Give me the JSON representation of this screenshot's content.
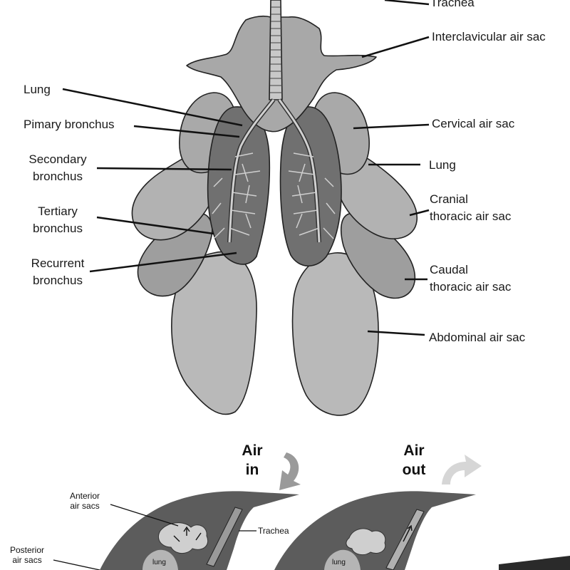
{
  "labels": {
    "trachea": "Trachea",
    "interclavicular": "Interclavicular air sac",
    "lung_left": "Lung",
    "primary_bronchus": "Pimary bronchus",
    "secondary_1": "Secondary",
    "secondary_2": "bronchus",
    "tertiary_1": "Tertiary",
    "tertiary_2": "bronchus",
    "recurrent_1": "Recurrent",
    "recurrent_2": "bronchus",
    "cervical": "Cervical air sac",
    "lung_right": "Lung",
    "cranial_1": "Cranial",
    "cranial_2": "thoracic air sac",
    "caudal_1": "Caudal",
    "caudal_2": "thoracic air sac",
    "abdominal": "Abdominal air sac"
  },
  "bottom": {
    "air_in_1": "Air",
    "air_in_2": "in",
    "air_out_1": "Air",
    "air_out_2": "out",
    "anterior_1": "Anterior",
    "anterior_2": "air sacs",
    "trachea": "Trachea",
    "posterior_1": "Posterior",
    "posterior_2": "air sacs",
    "lung_1": "lung",
    "lung_2": "lung"
  },
  "colors": {
    "sac_light": "#b7b7b7",
    "sac_mid": "#9e9e9e",
    "lung_dark": "#6f6f6f",
    "bird_dark": "#5a5a5a",
    "arrow_in": "#9a9a9a",
    "arrow_out": "#d6d6d6"
  }
}
